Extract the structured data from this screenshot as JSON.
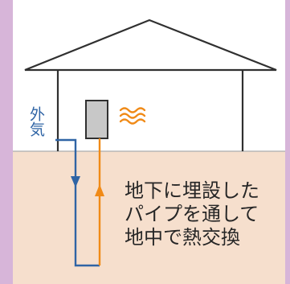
{
  "labels": {
    "outside_air": "外気",
    "caption_lines": [
      "地下に埋設した",
      "パイプを通して",
      "地中で熱交換"
    ]
  },
  "colors": {
    "background": "#d7b5d9",
    "sky": "#ffffff",
    "soil": "#f6dfcd",
    "house_line": "#303030",
    "unit_fill": "#c8c8c8",
    "cold_air": "#2f64a5",
    "warm_air": "#f08a17",
    "text": "#262626"
  },
  "icons": {
    "heat_waves": "heat-waves-icon",
    "down_arrow": "down-arrow-icon",
    "up_arrow": "up-arrow-icon"
  }
}
